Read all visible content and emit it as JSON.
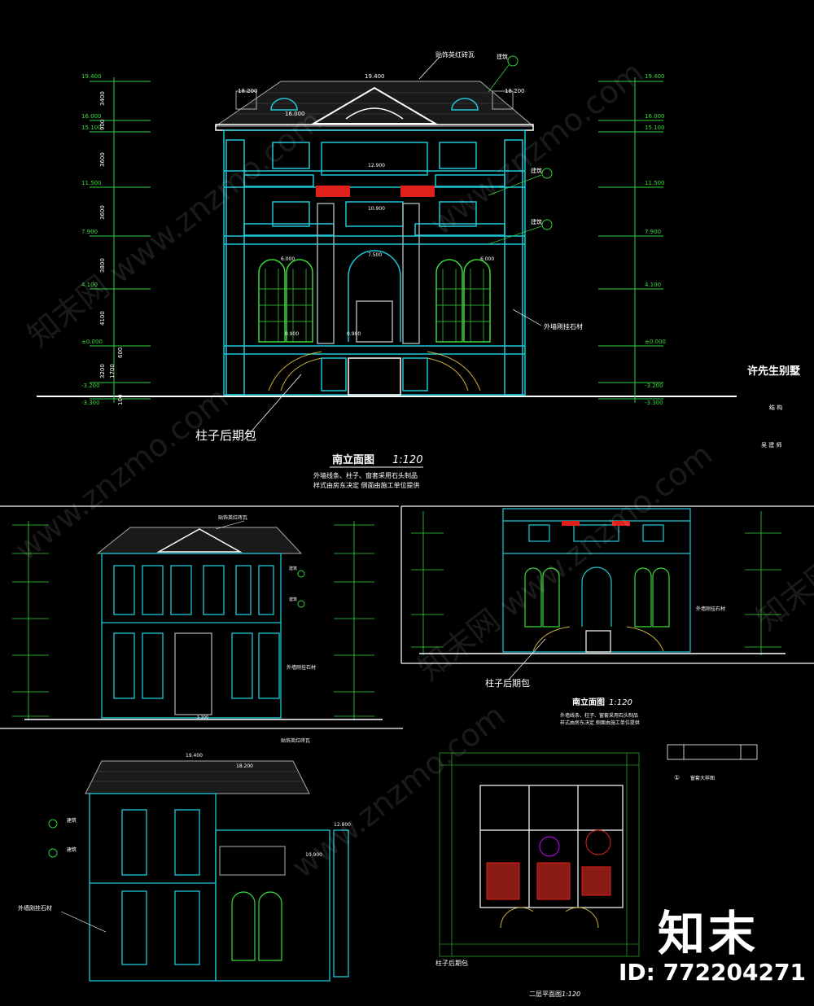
{
  "top_elevation": {
    "title": "南立面图",
    "scale": "1:120",
    "note_line1": "外墙线条、柱子、窗套采用石头制品",
    "note_line2": "样式由房东决定 侧面由施工单位提供",
    "column_note": "柱子后期包",
    "roof_note": "贴饰英红砖瓦",
    "build_label": "建筑",
    "wall_note": "外墙刚挂石材",
    "elev_left": [
      "19.400",
      "16.000",
      "15.100",
      "11.500",
      "7.900",
      "4.100",
      "±0.000",
      "-3.200",
      "-3.300"
    ],
    "dims_left": [
      "3400",
      "900",
      "3600",
      "3600",
      "3800",
      "4100",
      "600",
      "1700",
      "3200",
      "100"
    ],
    "roof_elevs": [
      "19.400",
      "18.200",
      "18.200",
      "16.000"
    ],
    "floor_elevs": [
      "12.900",
      "10.900",
      "7.500",
      "6.000",
      "6.000",
      "0.900",
      "0.900"
    ]
  },
  "title_block": {
    "project": "许先生别墅",
    "role1": "结 构",
    "role2": "吴 建 师"
  },
  "mid_left": {
    "roof_note": "贴饰英红砖瓦",
    "build_label": "建筑",
    "wall_note": "外墙刚挂石材",
    "elev_ground": "-3.300"
  },
  "mid_right": {
    "title": "南立面图",
    "scale": "1:120",
    "note_line1": "外墙线条、柱子、窗套采用石头制品",
    "note_line2": "样式由房东决定 侧面由施工单位提供",
    "column_note": "柱子后期包",
    "wall_note": "外墙刚挂石材"
  },
  "bottom_left": {
    "roof_note": "贴饰英红砖瓦",
    "elev1": "19.400",
    "elev2": "18.200",
    "elev3": "12.800",
    "elev4": "10.900",
    "build_label": "建筑",
    "wall_note": "外墙刚挂石材"
  },
  "plan": {
    "title": "二层平面图",
    "scale": "1:120",
    "column_note": "柱子后期包",
    "detail_label": "①",
    "detail_caption": "窗套大样图"
  },
  "watermarks": [
    "知末网 www.znzmo.com",
    "www.znzmo.com",
    "知末网 www.znzmo.com",
    "www.znzmo.com",
    "知末网",
    "www.znzmo.com"
  ],
  "brand": {
    "logo_text": "知末",
    "id_text": "ID: 772204271"
  },
  "colors": {
    "background": "#000000",
    "outline": "#1ec8d8",
    "window_green": "#3ad83a",
    "dimension_green": "#2fd23a",
    "accent_red": "#e0201a",
    "stair_yellow": "#c9b23a"
  }
}
